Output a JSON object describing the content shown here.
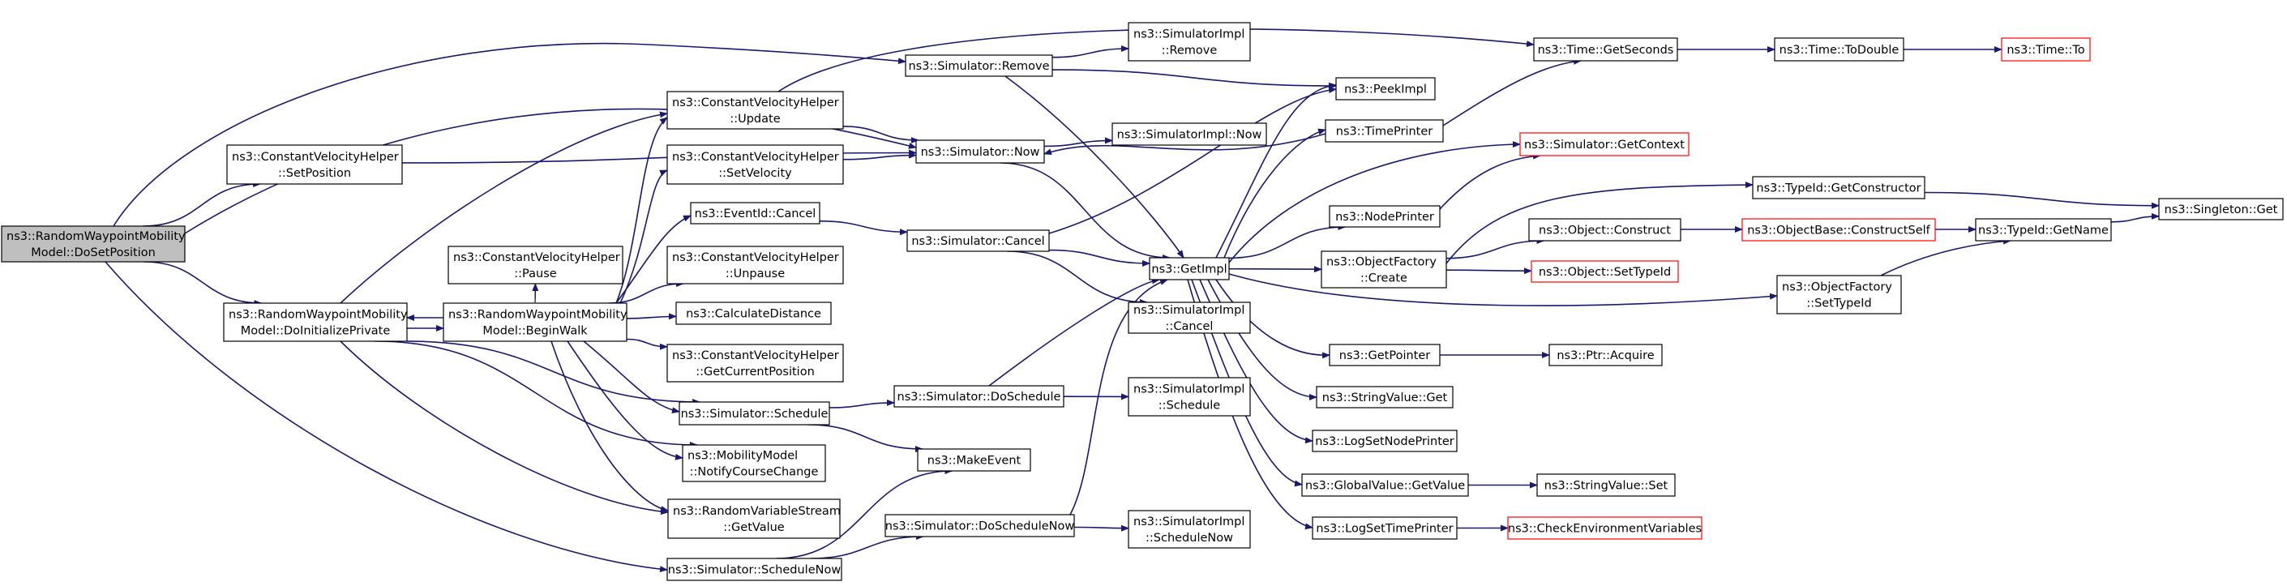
{
  "colors": {
    "edge": "#191970",
    "node_border": "#000000",
    "node_border_unresolved": "#ff0000",
    "node_fill": "#ffffff",
    "root_fill": "#bfbfbf"
  },
  "nodes": [
    {
      "id": "root",
      "lines": [
        "ns3::RandomWaypointMobility",
        "Model::DoSetPosition"
      ]
    },
    {
      "id": "cvh_setpos",
      "lines": [
        "ns3::ConstantVelocityHelper",
        "::SetPosition"
      ]
    },
    {
      "id": "rwm_doinit",
      "lines": [
        "ns3::RandomWaypointMobility",
        "Model::DoInitializePrivate"
      ]
    },
    {
      "id": "sim_remove",
      "lines": [
        "ns3::Simulator::Remove"
      ]
    },
    {
      "id": "cvh_update",
      "lines": [
        "ns3::ConstantVelocityHelper",
        "::Update"
      ]
    },
    {
      "id": "cvh_setvel",
      "lines": [
        "ns3::ConstantVelocityHelper",
        "::SetVelocity"
      ]
    },
    {
      "id": "eventid_cancel",
      "lines": [
        "ns3::EventId::Cancel"
      ]
    },
    {
      "id": "cvh_pause",
      "lines": [
        "ns3::ConstantVelocityHelper",
        "::Pause"
      ]
    },
    {
      "id": "rwm_beginwalk",
      "lines": [
        "ns3::RandomWaypointMobility",
        "Model::BeginWalk"
      ]
    },
    {
      "id": "cvh_unpause",
      "lines": [
        "ns3::ConstantVelocityHelper",
        "::Unpause"
      ]
    },
    {
      "id": "calcdist",
      "lines": [
        "ns3::CalculateDistance"
      ]
    },
    {
      "id": "cvh_getcur",
      "lines": [
        "ns3::ConstantVelocityHelper",
        "::GetCurrentPosition"
      ]
    },
    {
      "id": "sim_schedule",
      "lines": [
        "ns3::Simulator::Schedule"
      ]
    },
    {
      "id": "mm_notify",
      "lines": [
        "ns3::MobilityModel",
        "::NotifyCourseChange"
      ]
    },
    {
      "id": "rvs_getvalue",
      "lines": [
        "ns3::RandomVariableStream",
        "::GetValue"
      ]
    },
    {
      "id": "sim_schednow",
      "lines": [
        "ns3::Simulator::ScheduleNow"
      ]
    },
    {
      "id": "simimpl_remove",
      "lines": [
        "ns3::SimulatorImpl",
        "::Remove"
      ]
    },
    {
      "id": "sim_now",
      "lines": [
        "ns3::Simulator::Now"
      ]
    },
    {
      "id": "simimpl_now",
      "lines": [
        "ns3::SimulatorImpl::Now"
      ]
    },
    {
      "id": "sim_cancel",
      "lines": [
        "ns3::Simulator::Cancel"
      ]
    },
    {
      "id": "simimpl_cancel",
      "lines": [
        "ns3::SimulatorImpl",
        "::Cancel"
      ]
    },
    {
      "id": "sim_dosched",
      "lines": [
        "ns3::Simulator::DoSchedule"
      ]
    },
    {
      "id": "simimpl_sched",
      "lines": [
        "ns3::SimulatorImpl",
        "::Schedule"
      ]
    },
    {
      "id": "makeevent",
      "lines": [
        "ns3::MakeEvent"
      ]
    },
    {
      "id": "sim_doschednow",
      "lines": [
        "ns3::Simulator::DoScheduleNow"
      ]
    },
    {
      "id": "simimpl_schednow",
      "lines": [
        "ns3::SimulatorImpl",
        "::ScheduleNow"
      ]
    },
    {
      "id": "getimpl",
      "lines": [
        "ns3::GetImpl"
      ]
    },
    {
      "id": "peekimpl",
      "lines": [
        "ns3::PeekImpl"
      ]
    },
    {
      "id": "timeprinter",
      "lines": [
        "ns3::TimePrinter"
      ]
    },
    {
      "id": "nodeprinter",
      "lines": [
        "ns3::NodePrinter"
      ]
    },
    {
      "id": "objfact_create",
      "lines": [
        "ns3::ObjectFactory",
        "::Create"
      ]
    },
    {
      "id": "getpointer",
      "lines": [
        "ns3::GetPointer"
      ]
    },
    {
      "id": "strval_get",
      "lines": [
        "ns3::StringValue::Get"
      ]
    },
    {
      "id": "logsetnode",
      "lines": [
        "ns3::LogSetNodePrinter"
      ]
    },
    {
      "id": "globval_get",
      "lines": [
        "ns3::GlobalValue::GetValue"
      ]
    },
    {
      "id": "logsettime",
      "lines": [
        "ns3::LogSetTimePrinter"
      ]
    },
    {
      "id": "time_getsec",
      "lines": [
        "ns3::Time::GetSeconds"
      ]
    },
    {
      "id": "sim_getctx",
      "lines": [
        "ns3::Simulator::GetContext"
      ],
      "unresolved": true
    },
    {
      "id": "obj_construct",
      "lines": [
        "ns3::Object::Construct"
      ]
    },
    {
      "id": "obj_settypeid",
      "lines": [
        "ns3::Object::SetTypeId"
      ],
      "unresolved": true
    },
    {
      "id": "ptr_acquire",
      "lines": [
        "ns3::Ptr::Acquire"
      ]
    },
    {
      "id": "strval_set",
      "lines": [
        "ns3::StringValue::Set"
      ]
    },
    {
      "id": "checkenv",
      "lines": [
        "ns3::CheckEnvironmentVariables"
      ],
      "unresolved": true
    },
    {
      "id": "time_todouble",
      "lines": [
        "ns3::Time::ToDouble"
      ]
    },
    {
      "id": "typeid_getctor",
      "lines": [
        "ns3::TypeId::GetConstructor"
      ]
    },
    {
      "id": "objbase_cs",
      "lines": [
        "ns3::ObjectBase::ConstructSelf"
      ],
      "unresolved": true
    },
    {
      "id": "objfact_settid",
      "lines": [
        "ns3::ObjectFactory",
        "::SetTypeId"
      ]
    },
    {
      "id": "time_to",
      "lines": [
        "ns3::Time::To"
      ],
      "unresolved": true
    },
    {
      "id": "typeid_getname",
      "lines": [
        "ns3::TypeId::GetName"
      ]
    },
    {
      "id": "singleton_get",
      "lines": [
        "ns3::Singleton::Get"
      ]
    }
  ],
  "edges": [
    [
      "root",
      "cvh_setpos"
    ],
    [
      "root",
      "rwm_doinit"
    ],
    [
      "root",
      "sim_remove"
    ],
    [
      "root",
      "sim_now"
    ],
    [
      "root",
      "sim_schednow"
    ],
    [
      "cvh_setpos",
      "sim_now"
    ],
    [
      "rwm_doinit",
      "rwm_beginwalk"
    ],
    [
      "rwm_doinit",
      "cvh_update"
    ],
    [
      "rwm_doinit",
      "sim_schedule"
    ],
    [
      "rwm_doinit",
      "mm_notify"
    ],
    [
      "rwm_doinit",
      "rvs_getvalue"
    ],
    [
      "rwm_beginwalk",
      "rwm_doinit"
    ],
    [
      "rwm_beginwalk",
      "cvh_pause"
    ],
    [
      "rwm_beginwalk",
      "cvh_update"
    ],
    [
      "rwm_beginwalk",
      "cvh_setvel"
    ],
    [
      "rwm_beginwalk",
      "eventid_cancel"
    ],
    [
      "rwm_beginwalk",
      "cvh_unpause"
    ],
    [
      "rwm_beginwalk",
      "calcdist"
    ],
    [
      "rwm_beginwalk",
      "cvh_getcur"
    ],
    [
      "rwm_beginwalk",
      "sim_schedule"
    ],
    [
      "rwm_beginwalk",
      "mm_notify"
    ],
    [
      "rwm_beginwalk",
      "rvs_getvalue"
    ],
    [
      "cvh_update",
      "time_getsec"
    ],
    [
      "cvh_update",
      "sim_now"
    ],
    [
      "cvh_setvel",
      "sim_now"
    ],
    [
      "eventid_cancel",
      "sim_cancel"
    ],
    [
      "sim_remove",
      "simimpl_remove"
    ],
    [
      "sim_remove",
      "peekimpl"
    ],
    [
      "sim_remove",
      "getimpl"
    ],
    [
      "sim_now",
      "simimpl_now"
    ],
    [
      "sim_now",
      "getimpl"
    ],
    [
      "sim_cancel",
      "simimpl_cancel"
    ],
    [
      "sim_cancel",
      "getimpl"
    ],
    [
      "sim_cancel",
      "peekimpl"
    ],
    [
      "sim_schedule",
      "sim_dosched"
    ],
    [
      "sim_schedule",
      "makeevent"
    ],
    [
      "sim_dosched",
      "simimpl_sched"
    ],
    [
      "sim_dosched",
      "getimpl"
    ],
    [
      "sim_schednow",
      "sim_doschednow"
    ],
    [
      "sim_schednow",
      "makeevent"
    ],
    [
      "sim_doschednow",
      "simimpl_schednow"
    ],
    [
      "sim_doschednow",
      "getimpl"
    ],
    [
      "getimpl",
      "peekimpl"
    ],
    [
      "getimpl",
      "timeprinter"
    ],
    [
      "getimpl",
      "sim_getctx"
    ],
    [
      "getimpl",
      "nodeprinter"
    ],
    [
      "getimpl",
      "objfact_create"
    ],
    [
      "getimpl",
      "objfact_settid"
    ],
    [
      "getimpl",
      "getpointer"
    ],
    [
      "getimpl",
      "strval_get"
    ],
    [
      "getimpl",
      "logsetnode"
    ],
    [
      "getimpl",
      "globval_get"
    ],
    [
      "getimpl",
      "logsettime"
    ],
    [
      "timeprinter",
      "sim_now"
    ],
    [
      "timeprinter",
      "time_getsec"
    ],
    [
      "nodeprinter",
      "sim_getctx"
    ],
    [
      "objfact_create",
      "typeid_getctor"
    ],
    [
      "objfact_create",
      "obj_construct"
    ],
    [
      "objfact_create",
      "obj_settypeid"
    ],
    [
      "obj_construct",
      "objbase_cs"
    ],
    [
      "objbase_cs",
      "typeid_getname"
    ],
    [
      "objfact_settid",
      "typeid_getname"
    ],
    [
      "typeid_getctor",
      "singleton_get"
    ],
    [
      "typeid_getname",
      "singleton_get"
    ],
    [
      "getpointer",
      "ptr_acquire"
    ],
    [
      "globval_get",
      "strval_set"
    ],
    [
      "logsettime",
      "checkenv"
    ],
    [
      "time_getsec",
      "time_todouble"
    ],
    [
      "time_todouble",
      "time_to"
    ]
  ]
}
